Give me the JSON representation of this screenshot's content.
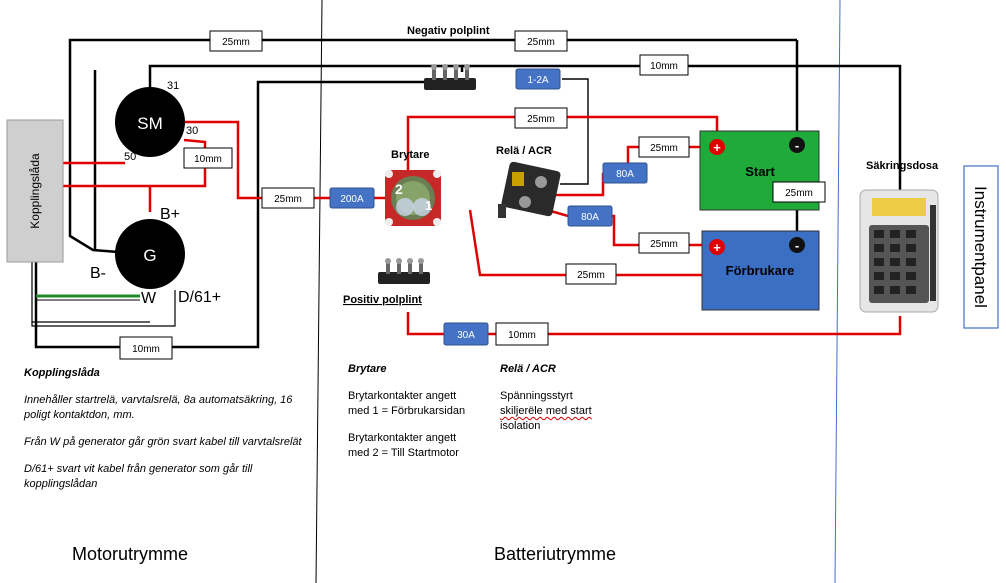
{
  "zones": {
    "motor": "Motorutrymme",
    "battery": "Batteriutrymme",
    "instrument": "Instrumentpanel"
  },
  "components": {
    "kopplingslada": "Kopplingslåda",
    "sm": "SM",
    "g": "G",
    "negativ_polplint": "Negativ polplint",
    "positiv_polplint": "Positiv polplint",
    "brytare": "Brytare",
    "rele_acr": "Relä / ACR",
    "start": "Start",
    "forbrukare": "Förbrukare",
    "sakringsdosa": "Säkringsdosa",
    "brytare_pos1": "1",
    "brytare_pos2": "2"
  },
  "terminals": {
    "sm_31": "31",
    "sm_30": "30",
    "sm_50": "50",
    "g_bplus": "B+",
    "g_bminus": "B-",
    "g_w": "W",
    "g_d61": "D/61+"
  },
  "cable_labels": {
    "top_left_25": "25mm",
    "top_right_25": "25mm",
    "neg_to_fuse_10": "10mm",
    "sm_to_g_10": "10mm",
    "bplus_to_switch_25": "25mm",
    "switch_to_start_25": "25mm",
    "start_plus_25": "25mm",
    "start_to_forbr_25": "25mm",
    "forbr_plus_25": "25mm",
    "switch1_to_forbr_25": "25mm",
    "bottom_loop_10": "10mm",
    "fuse_feed_10": "10mm"
  },
  "fuses": {
    "f200": "200A",
    "f12": "1-2A",
    "f80a": "80A",
    "f80b": "80A",
    "f30": "30A"
  },
  "polarity": {
    "minus": "-",
    "plus": "+"
  },
  "descriptions": {
    "kopplingslada": {
      "title": "Kopplingslåda",
      "lines": [
        "Innehåller startrelä, varvtalsrelä, 8a automatsäkring, 16 poligt kontaktdon, mm.",
        "Från W på generator går grön svart kabel till varvtalsrelät",
        "D/61+ svart vit kabel från generator som går till kopplingslådan"
      ]
    },
    "brytare": {
      "title": "Brytare",
      "lines": [
        "Brytarkontakter angett med 1 = Förbrukarsidan",
        "Brytarkontakter angett med 2 = Till Startmotor"
      ]
    },
    "rele": {
      "title": "Relä / ACR",
      "line1": "Spänningsstyrt",
      "line2": "skiljerële med start",
      "line3": "isolation"
    }
  },
  "colors": {
    "wire_positive": "#e00000",
    "wire_negative": "#000000",
    "wire_w": "#1f8a2a",
    "fuse_box": "#4472c4",
    "start_battery": "#1faa3a",
    "forbrukare_battery": "#3b6fc4",
    "zone_divider": "#000000",
    "instrument_divider": "#4472c4"
  }
}
